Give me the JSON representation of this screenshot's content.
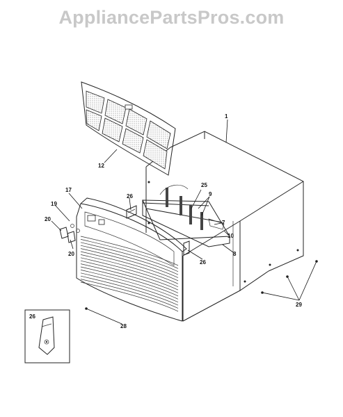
{
  "watermark": "AppliancePartsPros.com",
  "callouts": [
    {
      "id": "c1",
      "text": "1"
    },
    {
      "id": "c12",
      "text": "12"
    },
    {
      "id": "c17",
      "text": "17"
    },
    {
      "id": "c19",
      "text": "19"
    },
    {
      "id": "c20a",
      "text": "20"
    },
    {
      "id": "c20b",
      "text": "20"
    },
    {
      "id": "c26a",
      "text": "26"
    },
    {
      "id": "c25",
      "text": "25"
    },
    {
      "id": "c9",
      "text": "9"
    },
    {
      "id": "c7",
      "text": "7"
    },
    {
      "id": "c10",
      "text": "10"
    },
    {
      "id": "c8",
      "text": "8"
    },
    {
      "id": "c26b",
      "text": "26"
    },
    {
      "id": "c29",
      "text": "29"
    },
    {
      "id": "c28",
      "text": "28"
    },
    {
      "id": "c26inset",
      "text": "26"
    }
  ]
}
